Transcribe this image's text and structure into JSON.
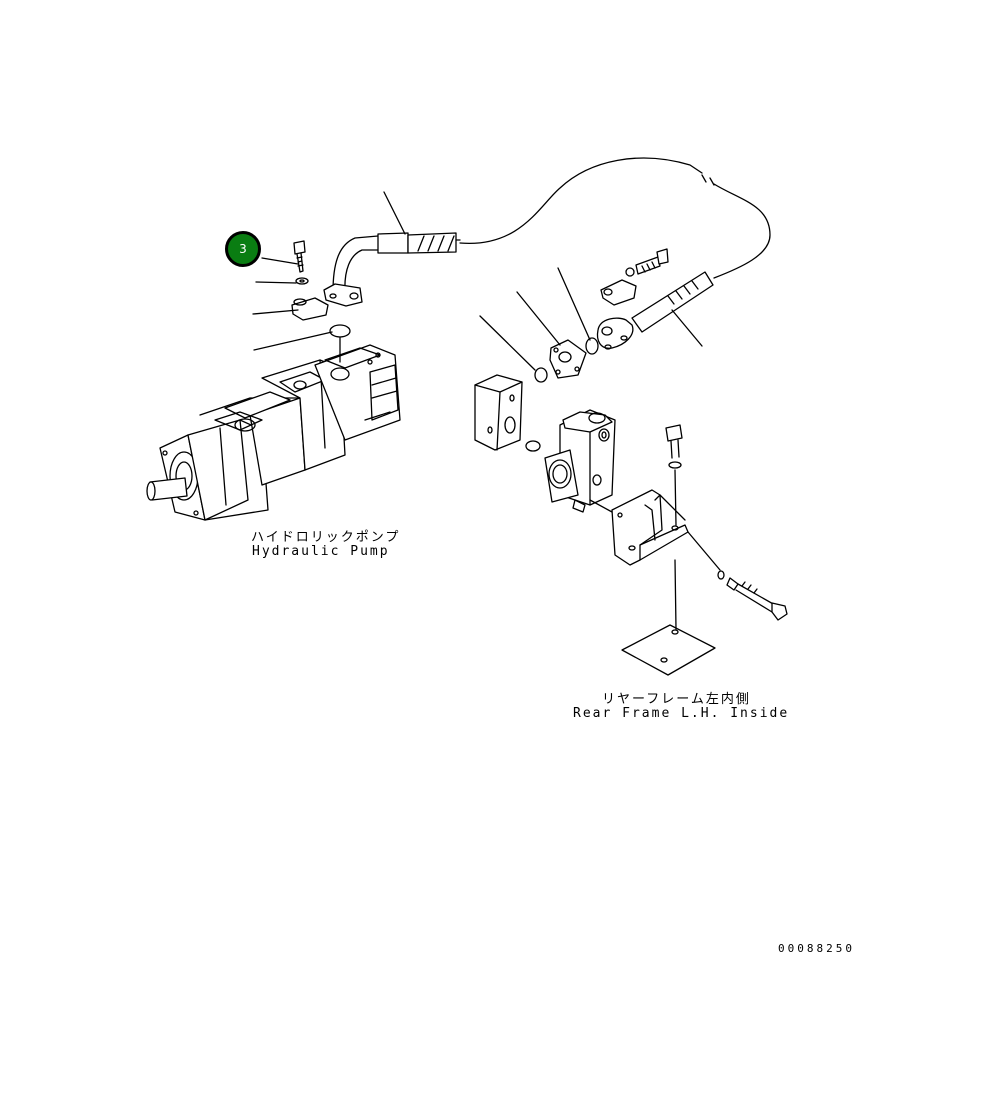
{
  "labels": {
    "pump_jp": "ハイドロリックポンプ",
    "pump_en": "Hydraulic Pump",
    "frame_jp": "リヤーフレーム左内側",
    "frame_en": "Rear Frame L.H. Inside",
    "drawing_no": "00088250"
  },
  "callout": {
    "number": "3",
    "color": "#0a7d12"
  }
}
